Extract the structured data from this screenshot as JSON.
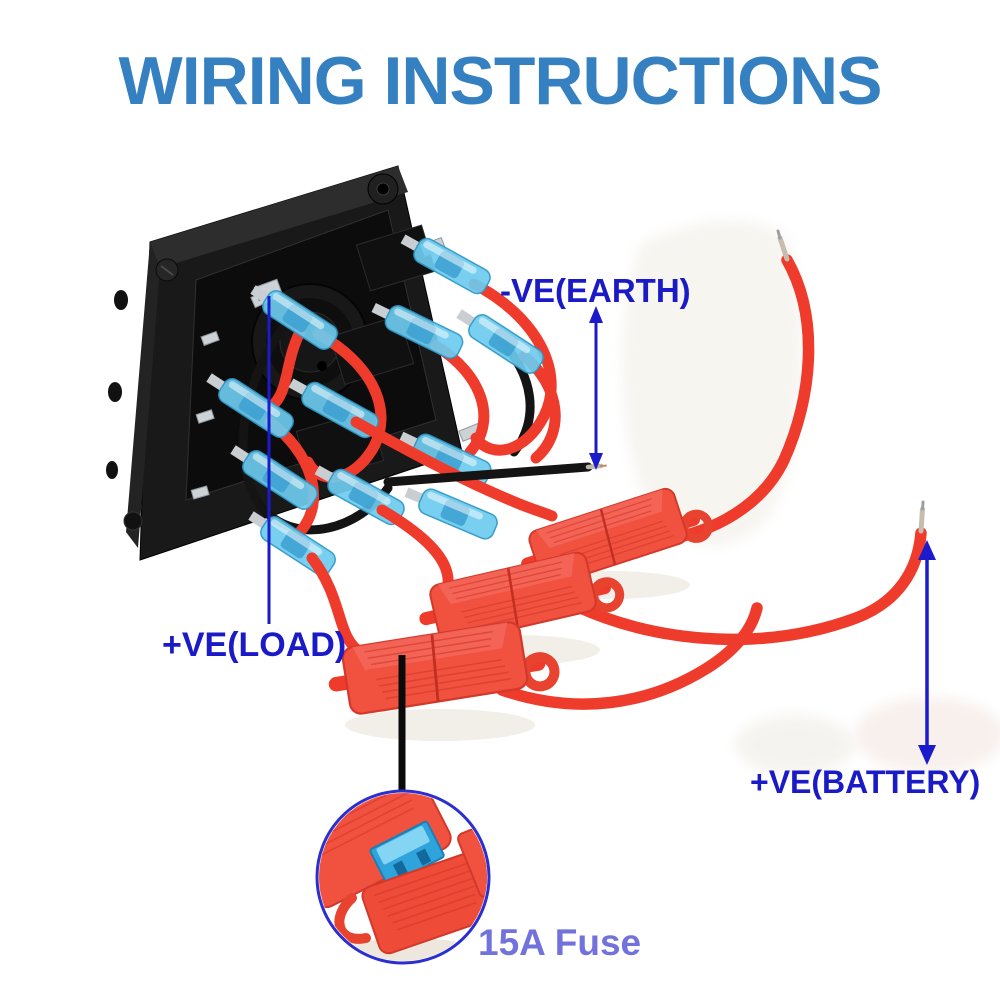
{
  "title": "WIRING INSTRUCTIONS",
  "annotations": {
    "earth": "-VE(EARTH)",
    "load": "+VE(LOAD)",
    "battery": "+VE(BATTERY)",
    "fuse": "15A Fuse"
  },
  "icons": {
    "earth_arrow": "double-headed-vertical-arrow",
    "battery_arrow": "double-headed-vertical-arrow",
    "load_pointer": "vertical-line-pointer",
    "fuse_callout": "vertical-callout-line",
    "fuse_zoom": "circle-zoom-inset"
  },
  "colors": {
    "title_text": "#3480C1",
    "annotation_text": "#1A1AC6",
    "fuse_label_text": "#7272DC",
    "arrow_blue": "#1B1BCC",
    "wire_red": "#EE3B2C",
    "wire_black": "#141414",
    "connector_blue": "#6CCBEE",
    "fuse_holder_red": "#F1513F",
    "panel_black": "#191919",
    "callout_circle_blue": "#2B2FD0",
    "background": "#FFFFFF"
  }
}
